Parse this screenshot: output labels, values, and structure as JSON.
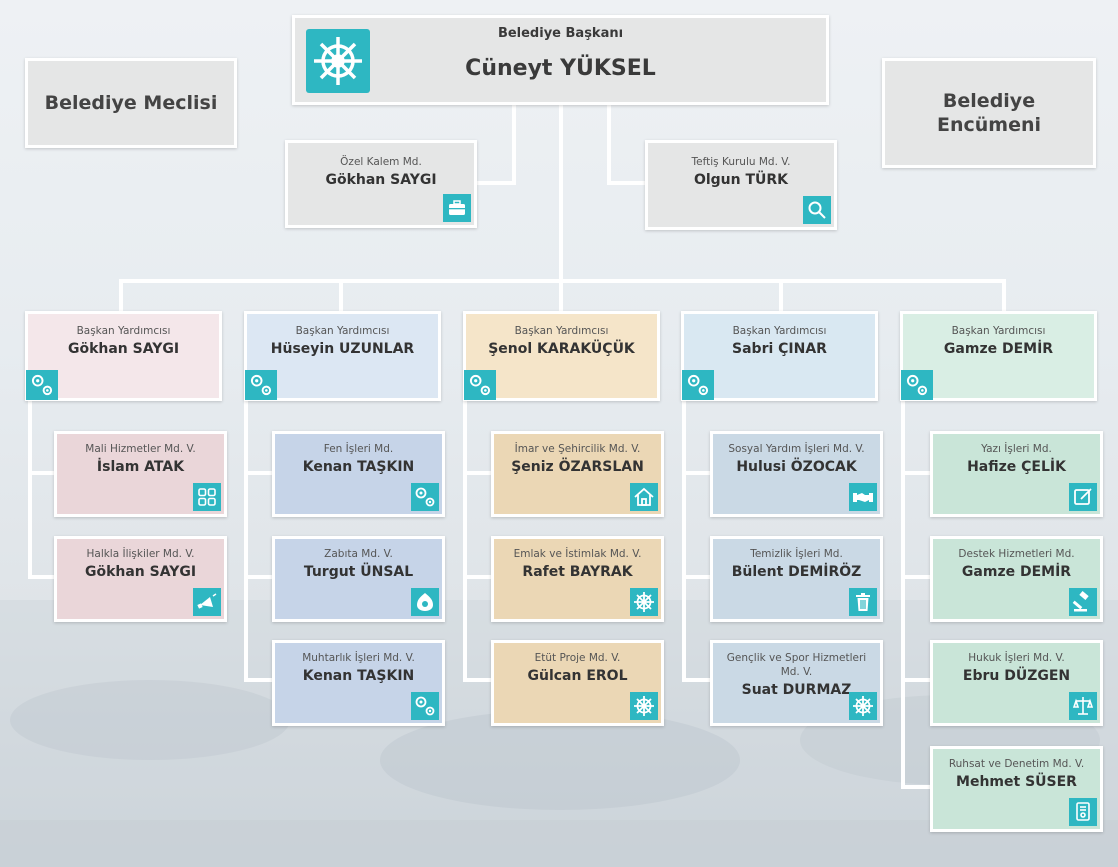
{
  "mayor": {
    "title": "Belediye Başkanı",
    "name": "Cüneyt YÜKSEL",
    "icon": "ship-wheel-icon"
  },
  "council": {
    "label": "Belediye Meclisi"
  },
  "committee": {
    "line1": "Belediye",
    "line2": "Encümeni"
  },
  "private_office": {
    "title": "Özel Kalem Md.",
    "name": "Gökhan SAYGI",
    "icon": "briefcase-icon"
  },
  "inspection": {
    "title": "Teftiş Kurulu Md. V.",
    "name": "Olgun TÜRK",
    "icon": "magnifier-icon"
  },
  "colors": {
    "accent": "#2eb7c2",
    "line": "#ffffff"
  },
  "columns": [
    {
      "deputy": {
        "title": "Başkan Yardımcısı",
        "name": "Gökhan SAYGI",
        "icon": "gears-icon"
      },
      "units": [
        {
          "title": "Mali Hizmetler Md. V.",
          "name": "İslam ATAK",
          "icon": "grid-icon"
        },
        {
          "title": "Halkla İlişkiler Md. V.",
          "name": "Gökhan SAYGI",
          "icon": "megaphone-icon"
        }
      ]
    },
    {
      "deputy": {
        "title": "Başkan Yardımcısı",
        "name": "Hüseyin UZUNLAR",
        "icon": "gears-icon"
      },
      "units": [
        {
          "title": "Fen İşleri Md.",
          "name": "Kenan TAŞKIN",
          "icon": "gears-icon"
        },
        {
          "title": "Zabıta Md. V.",
          "name": "Turgut ÜNSAL",
          "icon": "badge-icon"
        },
        {
          "title": "Muhtarlık İşleri Md. V.",
          "name": "Kenan TAŞKIN",
          "icon": "gears-icon"
        }
      ]
    },
    {
      "deputy": {
        "title": "Başkan Yardımcısı",
        "name": "Şenol KARAKÜÇÜK",
        "icon": "gears-icon"
      },
      "units": [
        {
          "title": "İmar ve Şehircilik Md. V.",
          "name": "Şeniz ÖZARSLAN",
          "icon": "house-icon"
        },
        {
          "title": "Emlak ve İstimlak Md. V.",
          "name": "Rafet BAYRAK",
          "icon": "ship-wheel-icon"
        },
        {
          "title": "Etüt Proje Md. V.",
          "name": "Gülcan EROL",
          "icon": "ship-wheel-icon"
        }
      ]
    },
    {
      "deputy": {
        "title": "Başkan Yardımcısı",
        "name": "Sabri ÇINAR",
        "icon": "gears-icon"
      },
      "units": [
        {
          "title": "Sosyal Yardım İşleri Md. V.",
          "name": "Hulusi ÖZOCAK",
          "icon": "handshake-icon"
        },
        {
          "title": "Temizlik İşleri Md.",
          "name": "Bülent DEMİRÖZ",
          "icon": "trash-icon"
        },
        {
          "title": "Gençlik ve Spor Hizmetleri Md. V.",
          "name": "Suat DURMAZ",
          "icon": "ship-wheel-icon"
        }
      ]
    },
    {
      "deputy": {
        "title": "Başkan Yardımcısı",
        "name": "Gamze DEMİR",
        "icon": "gears-icon"
      },
      "units": [
        {
          "title": "Yazı İşleri Md.",
          "name": "Hafize ÇELİK",
          "icon": "pencil-icon"
        },
        {
          "title": "Destek Hizmetleri Md.",
          "name": "Gamze DEMİR",
          "icon": "gavel-icon"
        },
        {
          "title": "Hukuk İşleri Md. V.",
          "name": "Ebru DÜZGEN",
          "icon": "scales-icon"
        },
        {
          "title": "Ruhsat ve Denetim Md. V.",
          "name": "Mehmet SÜSER",
          "icon": "document-icon"
        }
      ]
    }
  ]
}
